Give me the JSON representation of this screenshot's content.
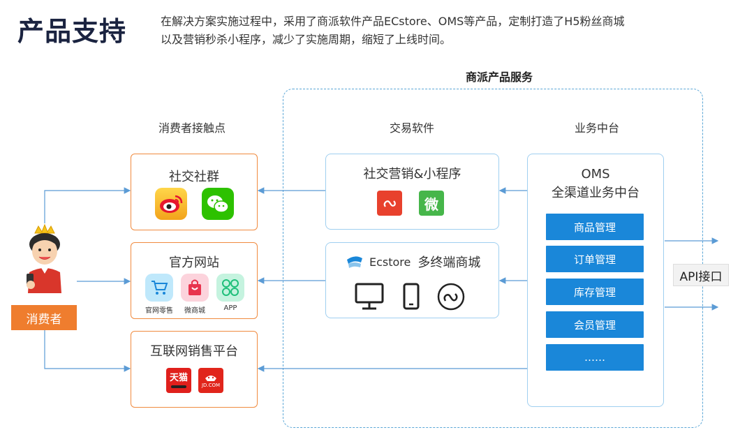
{
  "header": {
    "title": "产品支持",
    "description_line1": "在解决方案实施过程中，采用了商派软件产品ECstore、OMS等产品，定制打造了H5粉丝商城",
    "description_line2": "以及营销秒杀小程序，减少了实施周期，缩短了上线时间。"
  },
  "service_group_title": "商派产品服务",
  "columns": {
    "touchpoints": "消费者接触点",
    "trade_software": "交易软件",
    "middle_platform": "业务中台"
  },
  "touchpoints": {
    "social": {
      "title": "社交社群",
      "icons": [
        "weibo-icon",
        "wechat-icon"
      ]
    },
    "official_site": {
      "title": "官方网站",
      "items": [
        "官网零售",
        "微商城",
        "APP"
      ]
    },
    "internet_sales": {
      "title": "互联网销售平台",
      "icons": [
        "tmall-icon",
        "jd-icon"
      ],
      "tmall_text": "天猫",
      "jd_text": "JD.COM"
    }
  },
  "trade": {
    "social_marketing": {
      "title": "社交营销&小程序",
      "wei_glyph": "微"
    },
    "ecstore": {
      "brand": "Ecstore",
      "title": "多终端商城",
      "devices": [
        "desktop-icon",
        "mobile-icon",
        "mini-program-icon"
      ]
    }
  },
  "oms": {
    "title": "OMS",
    "subtitle": "全渠道业务中台",
    "modules": [
      "商品管理",
      "订单管理",
      "库存管理",
      "会员管理",
      "……"
    ]
  },
  "consumer_label": "消费者",
  "api_label": "API接口",
  "colors": {
    "accent_orange": "#ef7d2e",
    "accent_blue": "#1a87d9",
    "dashed_border": "#5aa6d6",
    "arrow": "#5b9bd5"
  }
}
